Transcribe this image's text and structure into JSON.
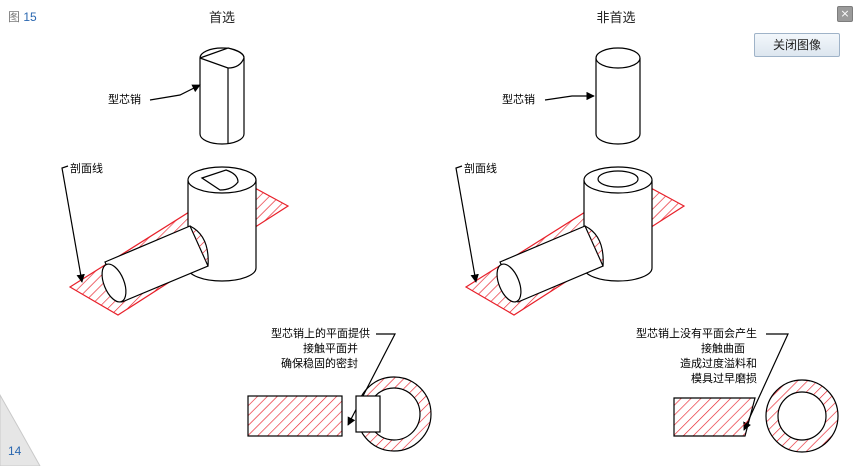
{
  "header": {
    "figure_prefix": "图",
    "figure_number": "15"
  },
  "panels": {
    "left": {
      "title": "首选",
      "pin_label": "型芯销",
      "section_label": "剖面线",
      "note_lines": [
        "型芯销上的平面提供",
        "接触平面并",
        "确保稳固的密封"
      ]
    },
    "right": {
      "title": "非首选",
      "pin_label": "型芯销",
      "section_label": "剖面线",
      "note_lines": [
        "型芯销上没有平面会产生",
        "接触曲面",
        "造成过度溢料和",
        "模具过早磨损"
      ]
    }
  },
  "controls": {
    "close_x": "×",
    "close_button_label": "关闭图像"
  },
  "footer": {
    "page_number": "14"
  },
  "colors": {
    "hatch": "#e8202a",
    "line": "#000000",
    "accent_text": "#2a67b0"
  }
}
